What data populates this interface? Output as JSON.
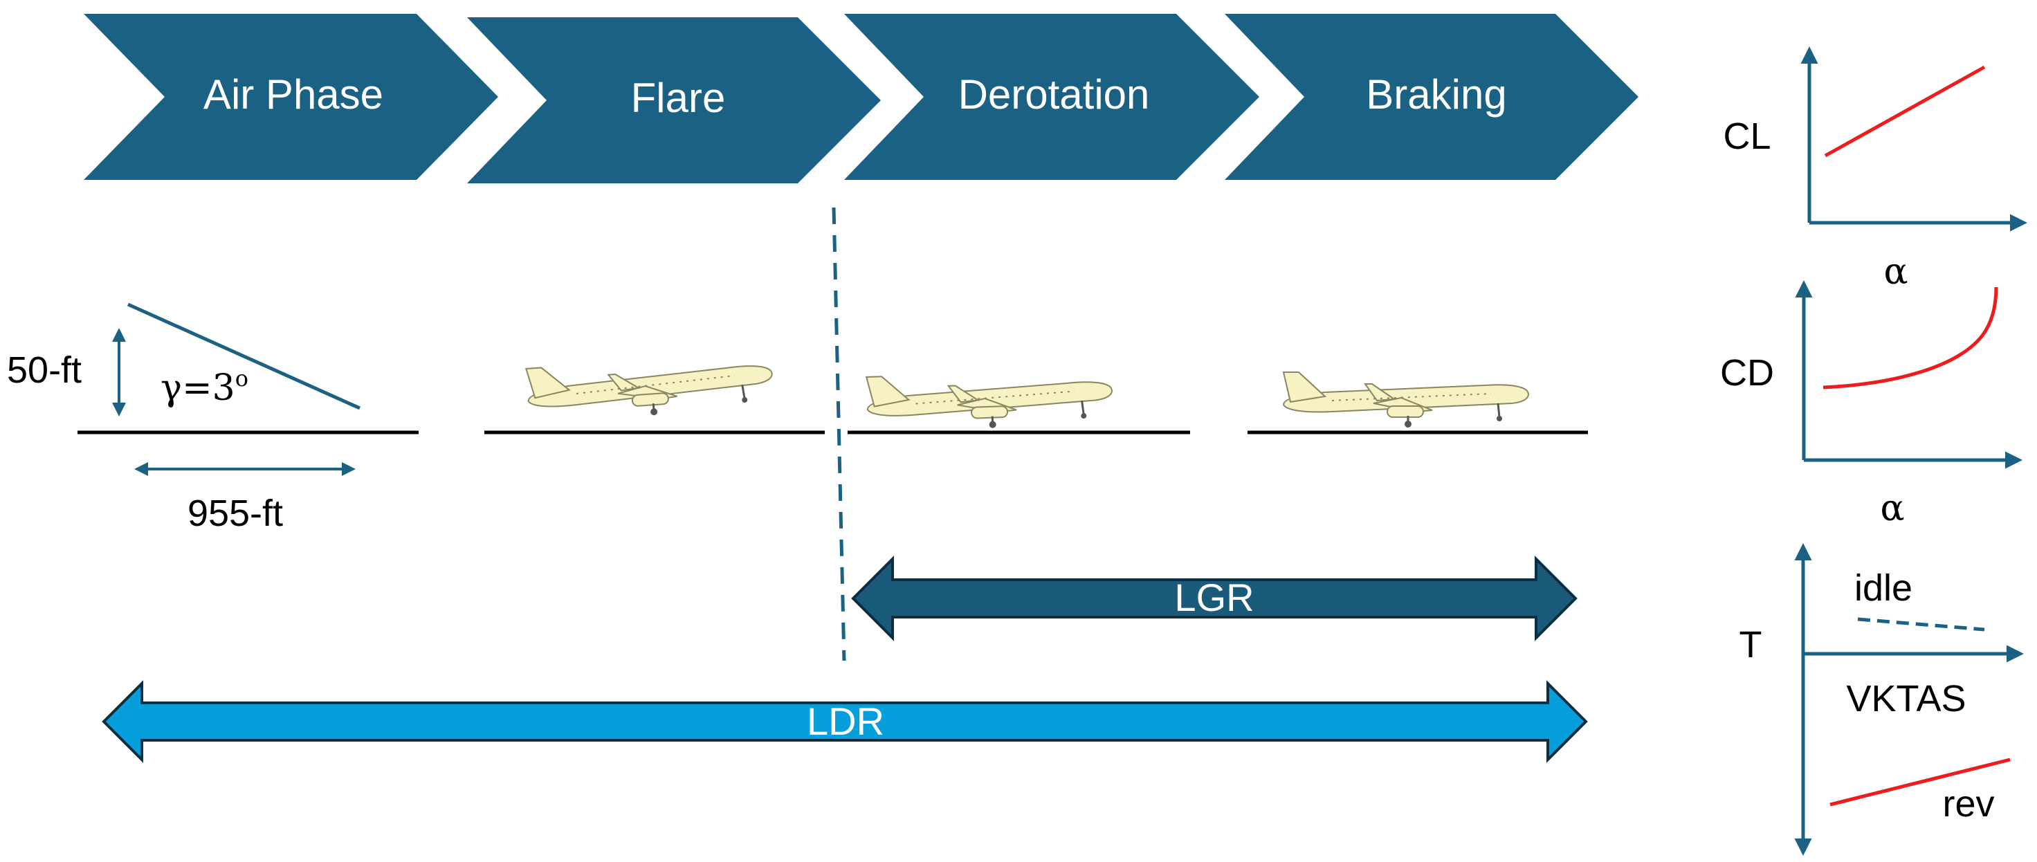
{
  "phases": [
    {
      "label": "Air Phase"
    },
    {
      "label": "Flare"
    },
    {
      "label": "Derotation"
    },
    {
      "label": "Braking"
    }
  ],
  "air_phase": {
    "height_label": "50-ft",
    "angle_symbol": "γ=3",
    "angle_unit": "o",
    "distance_label": "955-ft"
  },
  "arrows": {
    "lgr": "LGR",
    "ldr": "LDR"
  },
  "charts": {
    "cl": {
      "ylabel": "CL",
      "xlabel": "α"
    },
    "cd": {
      "ylabel": "CD",
      "xlabel": "α"
    },
    "thrust": {
      "ylabel": "T",
      "xlabel": "VKTAS",
      "upper_label": "idle",
      "lower_label": "rev"
    }
  },
  "colors": {
    "phase_fill": "#1b6183",
    "lgr_fill": "#1a5b7c",
    "ldr_fill": "#069fdb",
    "axis": "#1b6183",
    "curve": "#ee1c1c",
    "aircraft": "#f6f2c4"
  }
}
